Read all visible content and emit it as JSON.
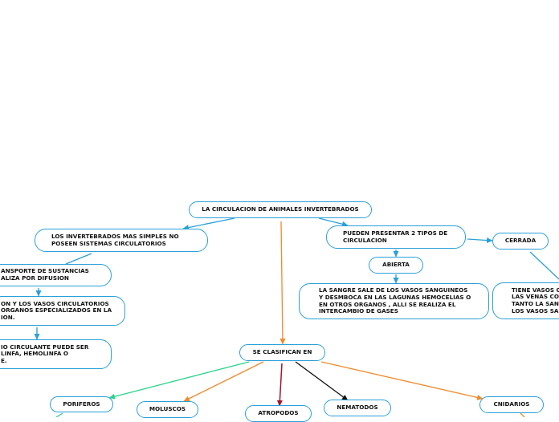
{
  "colors": {
    "node_border": "#2a9fd8",
    "edge_blue": "#2a9fd8",
    "edge_orange": "#ee8a2c",
    "edge_green": "#2ad48a",
    "edge_darkred": "#a3142a",
    "edge_black": "#111111"
  },
  "nodes": {
    "root": "LA CIRCULACION DE ANIMALES INVERTEBRADOS",
    "simples": "LOS INVERTEBRADOS MAS SIMPLES NO\nPOSEEN SISTEMAS CIRCULATORIOS",
    "difusion": "ANSPORTE DE SUSTANCIAS\nALIZA POR DIFUSION",
    "organos": "ON Y LOS VASOS CIRCULATORIOS\nORGANOS ESPECIALIZADOS EN LA\nION.",
    "fluido": "IO CIRCULANTE PUEDE SER\nLINFA, HEMOLINFA O\nE.",
    "tipos": "PUEDEN PRESENTAR 2 TIPOS DE\nCIRCULACION",
    "cerrada": "CERRADA",
    "abierta": "ABIERTA",
    "sangre_sale": "LA SANGRE SALE DE LOS VASOS SANGUINEOS\nY DESMBOCA EN LAS LAGUNAS HEMOCELIAS O\nEN OTROS ORGANOS , ALLI SE REALIZA EL\nINTERCAMBIO DE GASES",
    "venas": "TIENE VASOS C\nLAS VENAS CON\nTANTO LA SANG\nLOS VASOS SAN",
    "clasifican": "SE CLASIFICAN EN",
    "poriferos": "PORIFEROS",
    "moluscos": "MOLUSCOS",
    "atropodos": "ATROPODOS",
    "nematodos": "NEMATODOS",
    "cnidarios": "CNIDARIOS"
  }
}
